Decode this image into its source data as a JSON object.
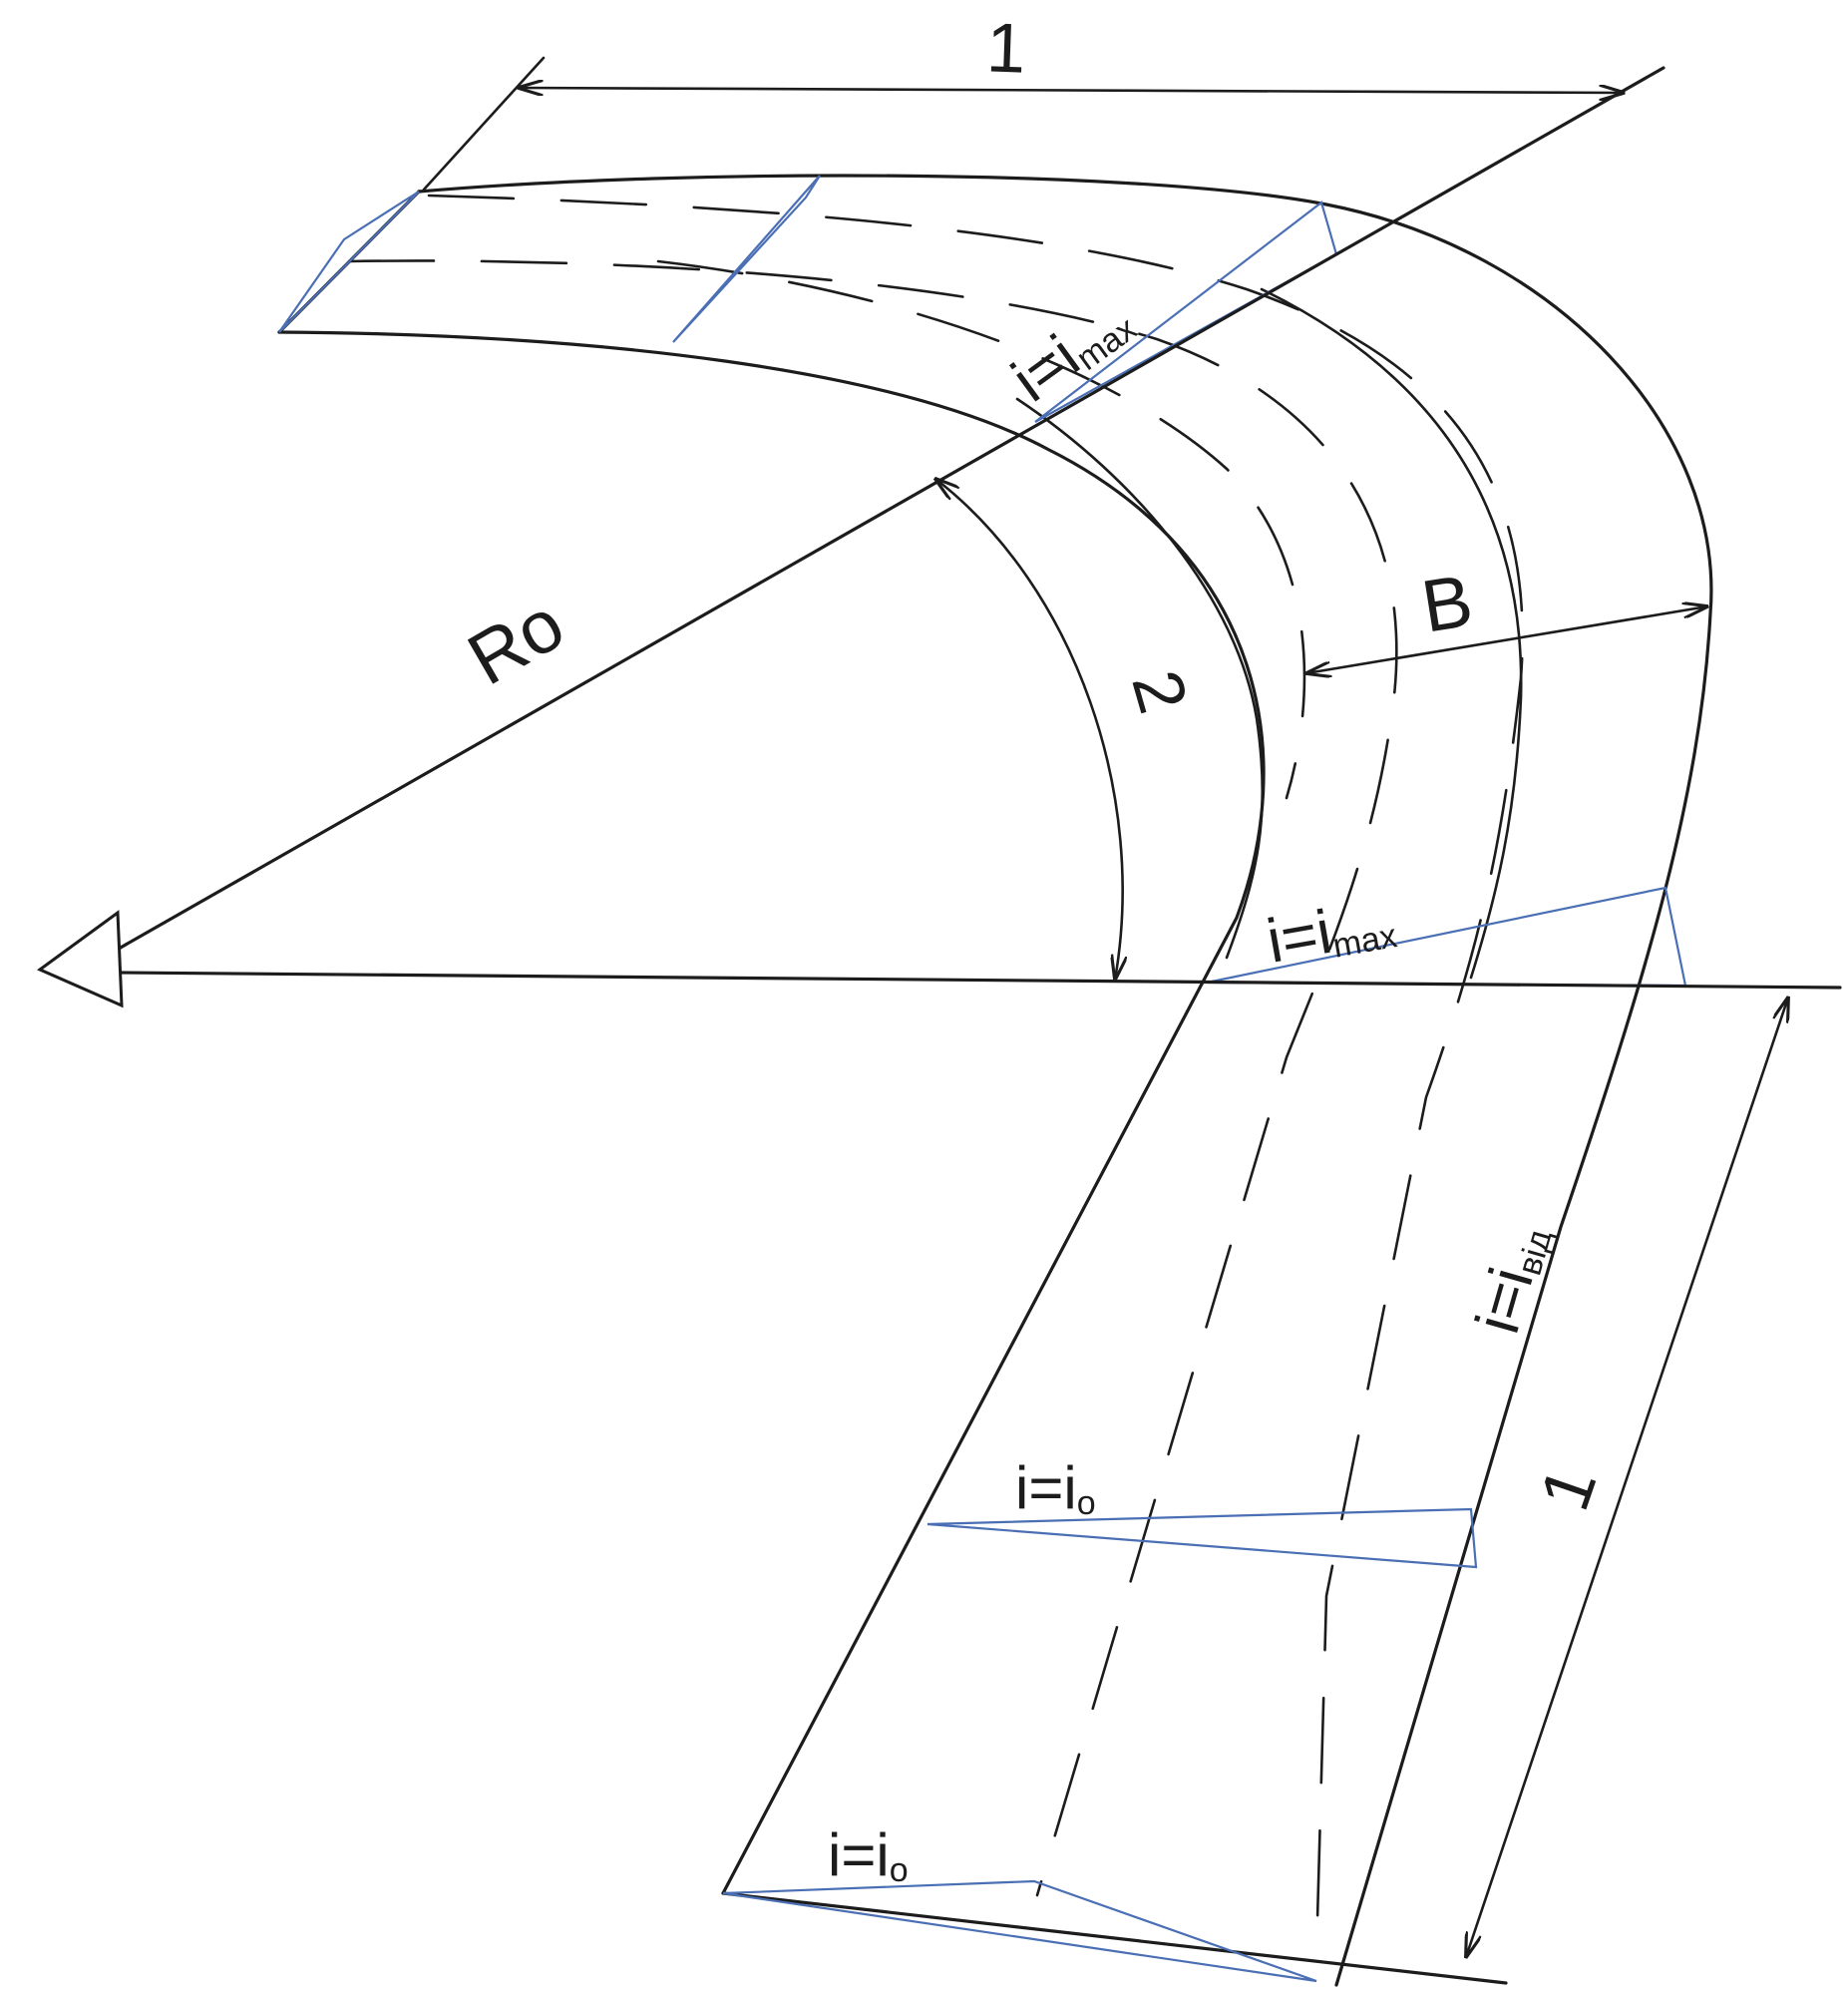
{
  "labels": {
    "dim_1_top": "1",
    "dim_1_right": "1",
    "radius": "Ro",
    "angle": "2",
    "width": "B",
    "slope_max_top": {
      "base": "i=i",
      "sub": "max"
    },
    "slope_max_mid": {
      "base": "i=i",
      "sub": "max"
    },
    "slope_vid": {
      "base": "i=i",
      "sub": "від"
    },
    "slope_o_mid": {
      "base": "i=i",
      "sub": "o"
    },
    "slope_o_bottom": {
      "base": "i=i",
      "sub": "o"
    }
  },
  "colors": {
    "ink": "#1c1c1c",
    "hatch": "#4a6fb5"
  }
}
